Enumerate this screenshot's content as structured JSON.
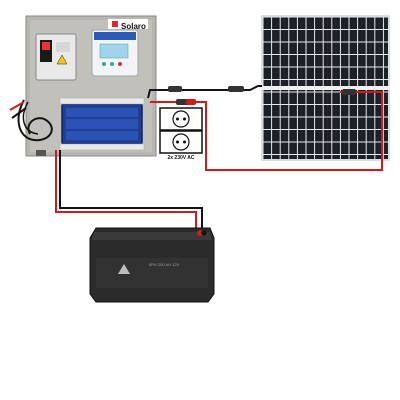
{
  "panel_board": {
    "brand": "Solaro",
    "brand_color": "#e3262d"
  },
  "outlets": {
    "label": "2x 230V AC"
  },
  "battery": {
    "label": "6FM 200 AH 12V",
    "logo_icon": "triangle-logo-icon"
  },
  "colors": {
    "board": "#b8b6b1",
    "inverter": "#1f3f94",
    "solar_cell": "#1c1f26",
    "wire_red": "#d11a1a",
    "wire_black": "#141414",
    "battery_case": "#2b2b2b"
  }
}
